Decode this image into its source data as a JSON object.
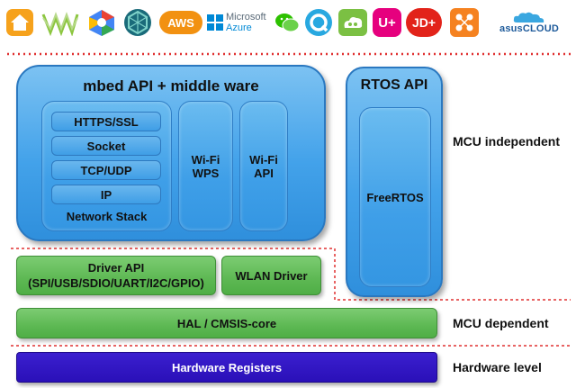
{
  "logos": [
    {
      "name": "apple-home-logo"
    },
    {
      "name": "weave-logo"
    },
    {
      "name": "google-cloud-logo"
    },
    {
      "name": "hexagon-logo"
    },
    {
      "name": "aws-logo",
      "text": "AWS"
    },
    {
      "name": "microsoft-azure-logo",
      "text1": "Microsoft",
      "text2": "Azure"
    },
    {
      "name": "wechat-logo"
    },
    {
      "name": "q-logo",
      "text": "Q"
    },
    {
      "name": "green-cloud-logo"
    },
    {
      "name": "u-plus-logo",
      "text": "U+"
    },
    {
      "name": "jd-logo",
      "text": "JD+"
    },
    {
      "name": "orange-dots-logo"
    },
    {
      "name": "asus-cloud-logo",
      "text": "asusCLOUD"
    }
  ],
  "diagram": {
    "mbed_title": "mbed API + middle ware",
    "network_stack": {
      "items": [
        "HTTPS/SSL",
        "Socket",
        "TCP/UDP",
        "IP"
      ],
      "label": "Network Stack"
    },
    "wifi_wps": {
      "line1": "Wi-Fi",
      "line2": "WPS"
    },
    "wifi_api": {
      "line1": "Wi-Fi",
      "line2": "API"
    },
    "rtos_title": "RTOS API",
    "freertos": "FreeRTOS",
    "driver_api": {
      "line1": "Driver API",
      "line2": "(SPI/USB/SDIO/UART/I2C/GPIO)"
    },
    "wlan_driver": "WLAN Driver",
    "hal": "HAL / CMSIS-core",
    "hardware_registers": "Hardware Registers"
  },
  "levels": {
    "mcu_independent": "MCU independent",
    "mcu_dependent": "MCU dependent",
    "hardware": "Hardware level"
  },
  "colors": {
    "blue": "#3f9fe8",
    "green": "#5db853",
    "purple": "#2a10b8",
    "divider": "#e03030"
  }
}
